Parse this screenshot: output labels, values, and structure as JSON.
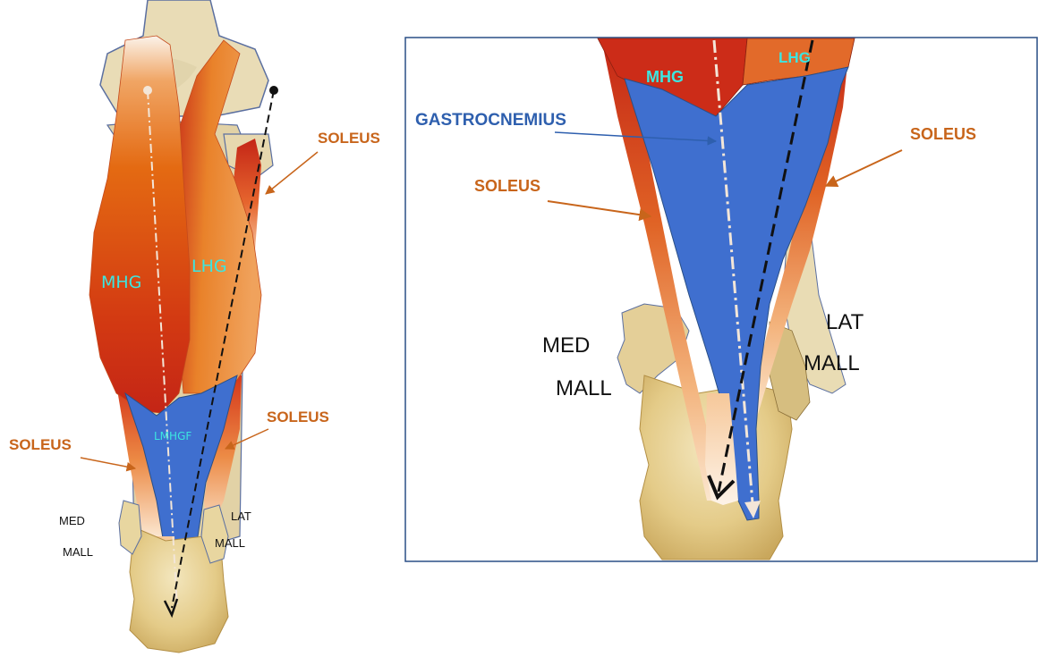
{
  "colors": {
    "bone": "#e6cf8e",
    "bone_light": "#f3e8c4",
    "bone_shade": "#c8a860",
    "muscle_dark": "#c62414",
    "muscle_orange": "#e46a12",
    "tendon_blue": "#3f6fcf",
    "soleus_label": "#c8651b",
    "gastro_label": "#2e5fae",
    "head_label": "#3ce6e0",
    "inset_frame": "#2a4f86"
  },
  "left_view": {
    "labels": {
      "mhg": "MHG",
      "lhg": "LHG",
      "lmhgf": "LMHGF",
      "soleus_top_right": "SOLEUS",
      "soleus_mid_right": "SOLEUS",
      "soleus_left": "SOLEUS",
      "med": "MED",
      "mall_med": "MALL",
      "lat": "LAT",
      "mall_lat": "MALL"
    }
  },
  "inset_view": {
    "labels": {
      "mhg": "MHG",
      "lhg": "LHG",
      "gastrocnemius": "GASTROCNEMIUS",
      "soleus_right": "SOLEUS",
      "soleus_left": "SOLEUS",
      "med": "MED",
      "mall_med": "MALL",
      "lat": "LAT",
      "mall_lat": "MALL"
    }
  }
}
